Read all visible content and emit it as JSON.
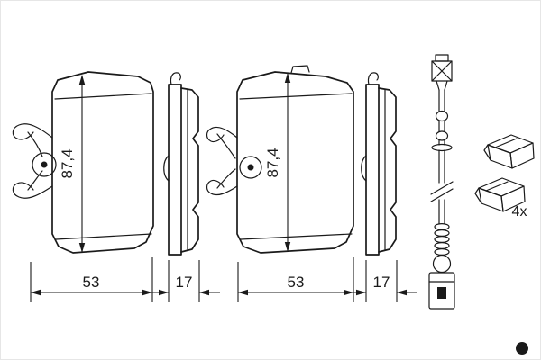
{
  "canvas": {
    "background": "#ffffff",
    "line_color": "#1a1a1a"
  },
  "pad_front_left": {
    "height_dim": "87,4",
    "width_dim": "53"
  },
  "shim_left": {
    "thickness_dim": "17"
  },
  "pad_front_right": {
    "height_dim": "87,4",
    "width_dim": "53"
  },
  "shim_right": {
    "thickness_dim": "17"
  },
  "clips": {
    "quantity_label": "4x"
  }
}
